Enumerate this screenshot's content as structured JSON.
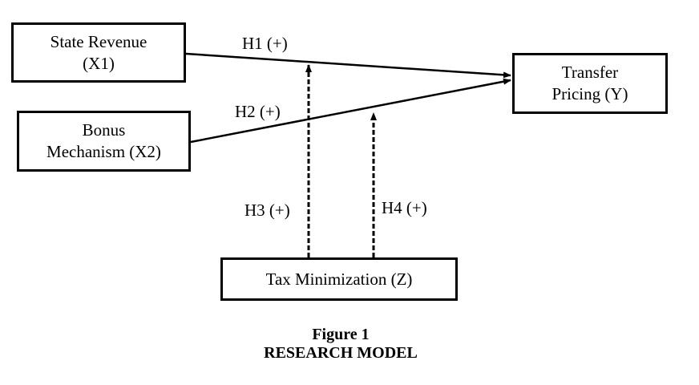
{
  "nodes": {
    "x1": {
      "line1": "State Revenue",
      "line2": "(X1)"
    },
    "x2": {
      "line1": "Bonus",
      "line2": "Mechanism (X2)"
    },
    "y": {
      "line1": "Transfer",
      "line2": "Pricing (Y)"
    },
    "z": {
      "label": "Tax Minimization (Z)"
    }
  },
  "hypotheses": {
    "h1": "H1 (+)",
    "h2": "H2 (+)",
    "h3": "H3 (+)",
    "h4": "H4 (+)"
  },
  "caption": {
    "number": "Figure 1",
    "title": "RESEARCH MODEL"
  },
  "edges": [
    {
      "from": "x1",
      "to": "y",
      "label": "h1",
      "style": "solid"
    },
    {
      "from": "x2",
      "to": "y",
      "label": "h2",
      "style": "solid"
    },
    {
      "from": "z",
      "to": "h1-path",
      "label": "h3",
      "style": "dashed"
    },
    {
      "from": "z",
      "to": "h2-path",
      "label": "h4",
      "style": "dashed"
    }
  ],
  "colors": {
    "line": "#000000",
    "background": "#ffffff"
  }
}
